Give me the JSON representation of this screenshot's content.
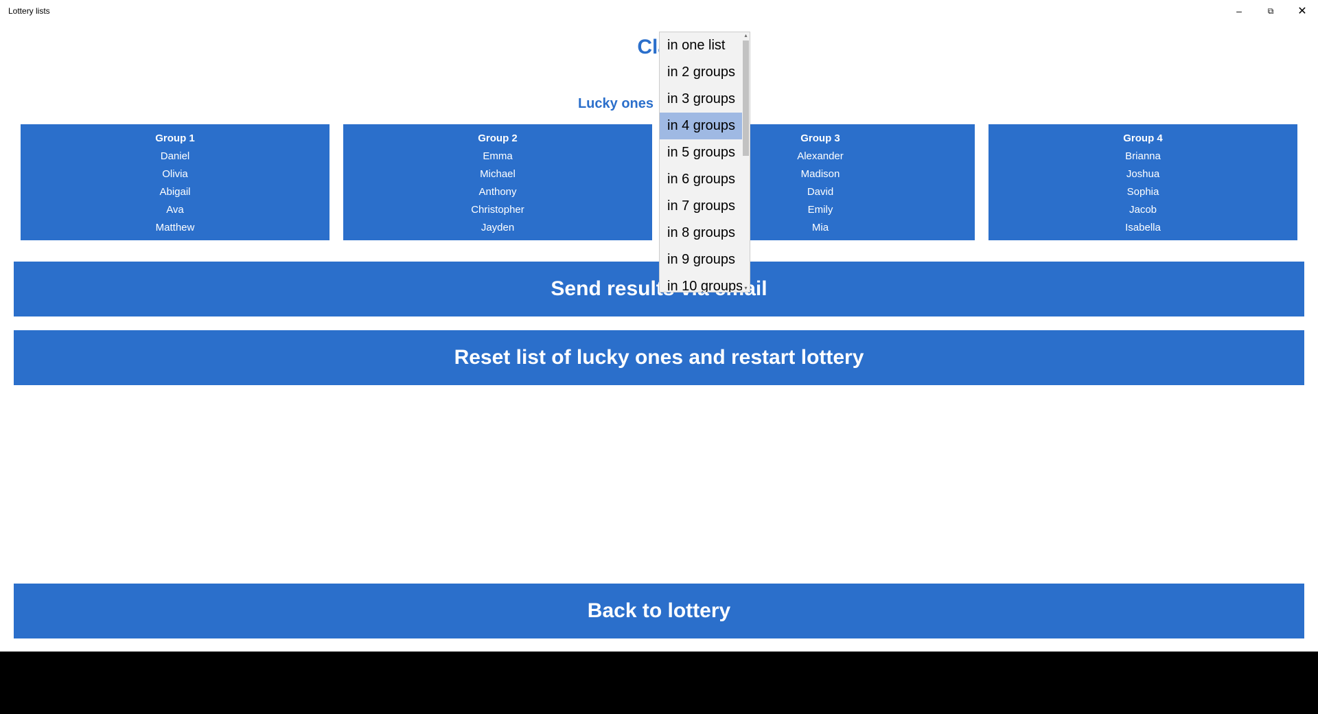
{
  "window": {
    "title": "Lottery lists",
    "minimize_icon": "minimize-icon",
    "restore_icon": "restore-icon",
    "close_icon": "close-icon"
  },
  "main": {
    "heading": "Clas",
    "subheading": "Lucky ones"
  },
  "groups": [
    {
      "title": "Group 1",
      "names": [
        "Daniel",
        "Olivia",
        "Abigail",
        "Ava",
        "Matthew"
      ]
    },
    {
      "title": "Group 2",
      "names": [
        "Emma",
        "Michael",
        "Anthony",
        "Christopher",
        "Jayden"
      ]
    },
    {
      "title": "Group 3",
      "names": [
        "Alexander",
        "Madison",
        "David",
        "Emily",
        "Mia"
      ]
    },
    {
      "title": "Group 4",
      "names": [
        "Brianna",
        "Joshua",
        "Sophia",
        "Jacob",
        "Isabella"
      ]
    }
  ],
  "buttons": {
    "send": "Send results via email",
    "reset": "Reset list of lucky ones and restart lottery",
    "back": "Back to lottery"
  },
  "dropdown": {
    "options": [
      "in one list",
      "in 2 groups",
      "in 3 groups",
      "in 4 groups",
      "in 5 groups",
      "in 6 groups",
      "in 7 groups",
      "in 8 groups",
      "in 9 groups",
      "in 10 groups"
    ],
    "selected": "in 4 groups"
  },
  "colors": {
    "accent": "#2b6fcb",
    "selection": "#9fb9e3"
  }
}
